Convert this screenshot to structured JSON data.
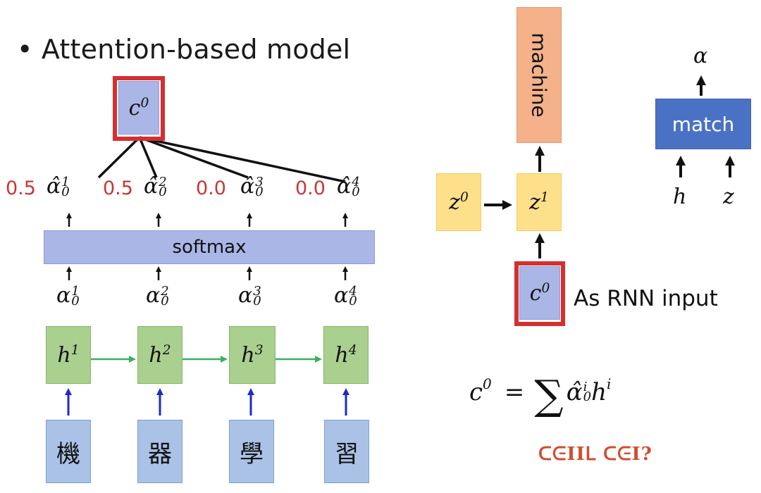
{
  "title": {
    "bullet": "•",
    "text": "Attention-based model"
  },
  "left": {
    "c_box": {
      "base": "c",
      "sup": "0"
    },
    "alpha_hat": [
      {
        "weight": "0.5",
        "base": "α̂",
        "sub": "0",
        "sup": "1"
      },
      {
        "weight": "0.5",
        "base": "α̂",
        "sub": "0",
        "sup": "2"
      },
      {
        "weight": "0.0",
        "base": "α̂",
        "sub": "0",
        "sup": "3"
      },
      {
        "weight": "0.0",
        "base": "α̂",
        "sub": "0",
        "sup": "4"
      }
    ],
    "softmax_label": "softmax",
    "alpha": [
      {
        "base": "α",
        "sub": "0",
        "sup": "1"
      },
      {
        "base": "α",
        "sub": "0",
        "sup": "2"
      },
      {
        "base": "α",
        "sub": "0",
        "sup": "3"
      },
      {
        "base": "α",
        "sub": "0",
        "sup": "4"
      }
    ],
    "h": [
      {
        "base": "h",
        "sup": "1"
      },
      {
        "base": "h",
        "sup": "2"
      },
      {
        "base": "h",
        "sup": "3"
      },
      {
        "base": "h",
        "sup": "4"
      }
    ],
    "chars": [
      "機",
      "器",
      "學",
      "習"
    ]
  },
  "right": {
    "machine_label": "machine",
    "z0": {
      "base": "z",
      "sup": "0"
    },
    "z1": {
      "base": "z",
      "sup": "1"
    },
    "c_input": {
      "base": "c",
      "sup": "0"
    },
    "rnn_input_label": "As RNN input",
    "match": {
      "label": "match",
      "out": "α",
      "in_h": "h",
      "in_z": "z"
    },
    "formula": {
      "lhs_base": "c",
      "lhs_sup": "0",
      "eq": "=",
      "sum": "∑",
      "term_base": "α̂",
      "term_sub": "0",
      "term_sup": "i",
      "h_base": "h",
      "h_sup": "i"
    },
    "noise_text": "ᑕᕮIIᒪ ᑕᕮI?"
  }
}
